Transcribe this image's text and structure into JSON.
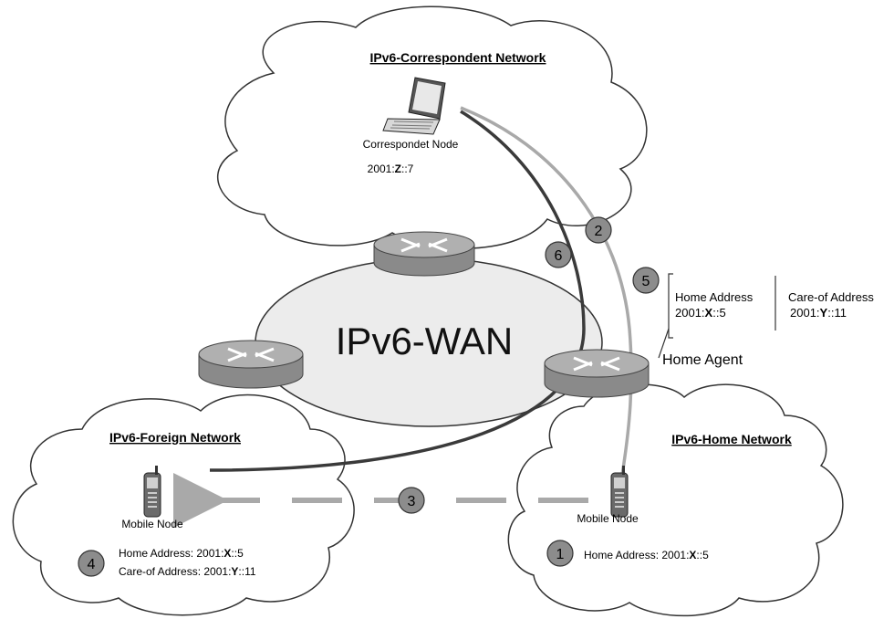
{
  "wan": {
    "label": "IPv6-WAN"
  },
  "correspondent_network": {
    "title": "IPv6-Correspondent Network",
    "node_label": "Correspondet Node",
    "address": {
      "prefix": "2001:",
      "bold": "Z",
      "suffix": "::7"
    }
  },
  "foreign_network": {
    "title": "IPv6-Foreign Network",
    "node_label": "Mobile Node",
    "home_address": {
      "prefix": "Home Address: 2001:",
      "bold": "X",
      "suffix": "::5"
    },
    "care_of_address": {
      "prefix": "Care-of Address: 2001:",
      "bold": "Y",
      "suffix": "::11"
    }
  },
  "home_network": {
    "title": "IPv6-Home Network",
    "node_label": "Mobile Node",
    "home_address": {
      "prefix": "Home Address: 2001:",
      "bold": "X",
      "suffix": "::5"
    }
  },
  "home_agent": {
    "label": "Home Agent",
    "binding_cache": {
      "home_header": "Home Address",
      "home_value": {
        "prefix": "2001:",
        "bold": "X",
        "suffix": "::5"
      },
      "care_header": "Care-of Address",
      "care_value": {
        "prefix": "2001:",
        "bold": "Y",
        "suffix": "::11"
      }
    }
  },
  "steps": [
    "1",
    "2",
    "3",
    "4",
    "5",
    "6"
  ],
  "colors": {
    "cloud_fill": "#ffffff",
    "cloud_stroke": "#333333",
    "wan_fill": "#ececec",
    "router_body": "#8a8a8a",
    "router_top": "#b0b0b0",
    "path_dark": "#3a3a3a",
    "path_light": "#a9a9a9",
    "badge_fill": "#8c8c8c"
  }
}
